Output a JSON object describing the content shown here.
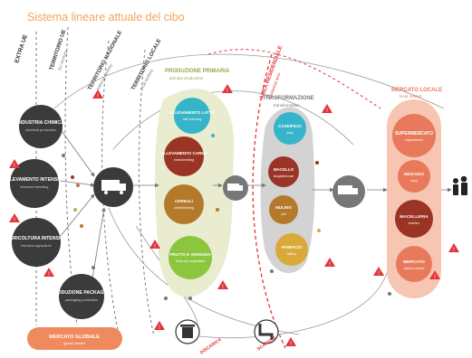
{
  "title": "Sistema lineare attuale del cibo",
  "zones": {
    "extra_ue": "EXTRA UE",
    "territorio_ue": "TERRITORIO UE",
    "territorio_ue_en": "EU territory",
    "territorio_nazionale": "TERRITORIO NAZIONALE",
    "territorio_nazionale_en": "national territory",
    "territorio_locale": "TERRITORIO LOCALE",
    "territorio_locale_en": "local territory",
    "area_residenziale": "AREA RESIDENZIALE",
    "area_residenziale_en": "residential area"
  },
  "sources": [
    {
      "name": "INDUSTRIA CHIMICA",
      "en": "chemical production"
    },
    {
      "name": "ALLEVAMENTO INTENSIVO",
      "en": "intensive breeding"
    },
    {
      "name": "AGRICOLTURA INTENSIVA",
      "en": "intensive agriculture"
    },
    {
      "name": "PRODUZIONE PACKAGING",
      "en": "packaging production"
    }
  ],
  "global_market": {
    "name": "MERCATO GLOBALE",
    "en": "global market"
  },
  "primary": {
    "title": "PRODUZIONE PRIMARIA",
    "en": "primary production",
    "items": [
      {
        "name": "ALLEVAMENTO LATTE",
        "en": "milk breeding",
        "color": "#36b4c9"
      },
      {
        "name": "ALLEVAMENTO CARNE",
        "en": "meat breeding",
        "color": "#9a3424"
      },
      {
        "name": "CEREALI",
        "en": "cereal farming",
        "color": "#b47a2c"
      },
      {
        "name": "FRUTTA E VERDURA",
        "en": "fruits and vegetables",
        "color": "#8cc63f"
      }
    ]
  },
  "transformation": {
    "title": "TRASFORMAZIONE",
    "en": "transformation",
    "items": [
      {
        "name": "CASEIFICIO",
        "en": "dairy",
        "color": "#36b4c9"
      },
      {
        "name": "MACELLO",
        "en": "slaughterhouse",
        "color": "#9a3424"
      },
      {
        "name": "MULINO",
        "en": "mill",
        "color": "#b47a2c"
      },
      {
        "name": "PANIFICIO",
        "en": "bakery",
        "color": "#d9a93a"
      }
    ]
  },
  "local_market": {
    "title": "MERCATO LOCALE",
    "en": "local market",
    "items": [
      {
        "name": "SUPERMERCATO",
        "en": "supermarket"
      },
      {
        "name": "NEGOZIO",
        "en": "shop"
      },
      {
        "name": "MACELLERIA",
        "en": "butcher"
      },
      {
        "name": "MERCATO",
        "en": "outdoor market"
      }
    ]
  },
  "bottom": {
    "discarica": "DISCARICA",
    "discarica_en": "landfill",
    "scarichi": "SCARICHI",
    "scarichi_en": "sewers"
  },
  "colors": {
    "title": "#f2a65a",
    "dark_node": "#3b3b3b",
    "primary_band": "#e9eccf",
    "transformation_band": "#d3d3d3",
    "market_band": "#f6c6b3",
    "market_node": "#e8795b",
    "red_line": "#e2343a",
    "global_market": "#ef8a5e"
  }
}
